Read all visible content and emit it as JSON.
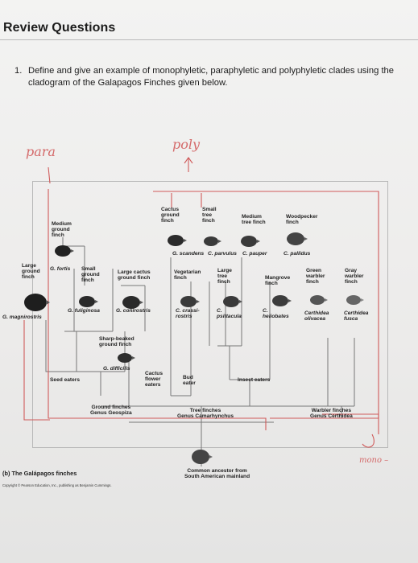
{
  "header": {
    "title": "Review Questions"
  },
  "question": {
    "number": "1.",
    "text": "Define and give an example of monophyletic, paraphyletic and polyphyletic clades using the cladogram of the Galapagos Finches given below."
  },
  "annotations": {
    "para": "para",
    "poly": "poly",
    "mono": "mono –"
  },
  "figure": {
    "species": {
      "cactus_ground_finch": "Cactus\nground\nfinch",
      "small_tree_finch": "Small\ntree\nfinch",
      "medium_tree_finch": "Medium\ntree finch",
      "woodpecker_finch": "Woodpecker\nfinch",
      "medium_ground_finch": "Medium\nground\nfinch",
      "large_ground_finch": "Large\nground\nfinch",
      "small_ground_finch": "Small\nground\nfinch",
      "large_cactus_ground_finch": "Large cactus\nground finch",
      "vegetarian_finch": "Vegetarian\nfinch",
      "large_tree_finch": "Large\ntree\nfinch",
      "mangrove_finch": "Mangrove\nfinch",
      "green_warbler_finch": "Green\nwarbler\nfinch",
      "gray_warbler_finch": "Gray\nwarbler\nfinch",
      "sharp_beaked_ground_finch": "Sharp-beaked\nground finch"
    },
    "scientific": {
      "g_scandens": "G. scandens",
      "c_parvulus": "C. parvulus",
      "c_pauper": "C. pauper",
      "c_pallidus": "C. pallidus",
      "g_fortis": "G. fortis",
      "g_fuliginosa": "G. fuliginosa",
      "g_conirostris": "G. conirostris",
      "c_crassirostris": "C. crassi-\nrostris",
      "c_psittacula": "C.\npsittacula",
      "c_heliobates": "C.\nheliobates",
      "certhidea_olivacea": "Certhidea\nolivacea",
      "certhidea_fusca": "Certhidea\nfusca",
      "g_magnirostris": "G. magnirostris",
      "g_difficilis": "G. difficilis"
    },
    "diet_groups": {
      "seed_eaters": "Seed eaters",
      "cactus_flower_eaters": "Cactus\nflower\neaters",
      "bud_eater": "Bud\neater",
      "insect_eaters": "Insect eaters"
    },
    "genus_groups": {
      "ground": "Ground finches\nGenus Geospiza",
      "tree": "Tree finches\nGenus Camarhynchus",
      "warbler": "Warbler finches\nGenus Certhidea"
    },
    "ancestor": "Common ancestor from\nSouth American mainland",
    "caption": "(b) The Galápagos finches",
    "copyright": "Copyright © Pearson Education, Inc., publishing as Benjamin Cummings."
  },
  "colors": {
    "ink": "#1c1c1c",
    "red_pen": "#d05a5a",
    "tree": "#6e6e6e"
  }
}
